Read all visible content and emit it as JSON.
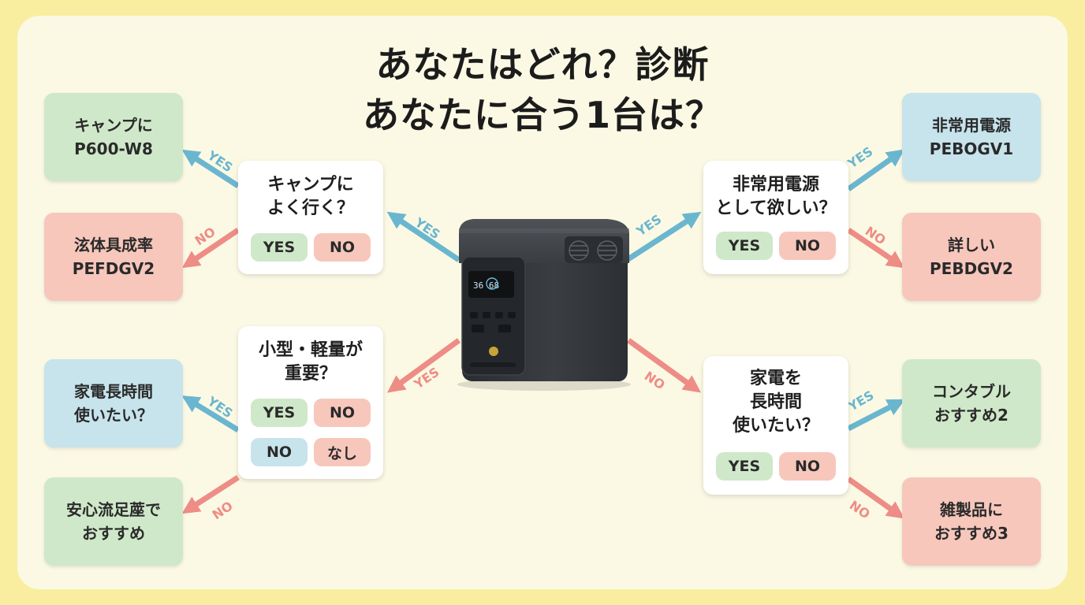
{
  "title": {
    "line1": "あなたはどれ？診断",
    "line2": "あなたに合う1台は？"
  },
  "questions": {
    "camp": {
      "text1": "キャンプに",
      "text2": "よく行く？",
      "yes": "YES",
      "no": "NO"
    },
    "emergency": {
      "text1": "非常用電源",
      "text2": "として欲しい？",
      "yes": "YES",
      "no": "NO"
    },
    "compact": {
      "text1": "小型・軽量が",
      "text2": "重要？",
      "yes": "YES",
      "no": "NO",
      "opt3": "NO",
      "opt4": "なし"
    },
    "appliance": {
      "text1": "家電を",
      "text2": "長時間",
      "text3": "使いたい？",
      "yes": "YES",
      "no": "NO"
    }
  },
  "results": {
    "left_1": {
      "line1": "キャンプに",
      "line2": "P600-W8"
    },
    "left_2": {
      "line1": "泫体具成率",
      "line2": "PEFDGV2"
    },
    "left_3": {
      "line1": "家電長時間",
      "line2": "使いたい？"
    },
    "left_4": {
      "line1": "安心流足蓙で",
      "line2": "おすすめ"
    },
    "right_1": {
      "line1": "非常用電源",
      "line2": "PEBOGV1"
    },
    "right_2": {
      "line1": "詳しい",
      "line2": "PEBDGV2"
    },
    "right_3": {
      "line1": "コンタブル",
      "line2": "おすすめ2"
    },
    "right_4": {
      "line1": "雑製品に",
      "line2": "おすすめ3"
    }
  },
  "arrow_labels": {
    "yes": "YES",
    "no": "NO"
  },
  "product": {
    "display_text": "36 68"
  },
  "colors": {
    "background": "#f9ee9f",
    "panel": "#fbf9e4",
    "green": "#cfe8c9",
    "red": "#f7c7bc",
    "blue": "#c7e3ec",
    "yes_arrow": "#6bb6cf",
    "no_arrow": "#ee8c86"
  }
}
